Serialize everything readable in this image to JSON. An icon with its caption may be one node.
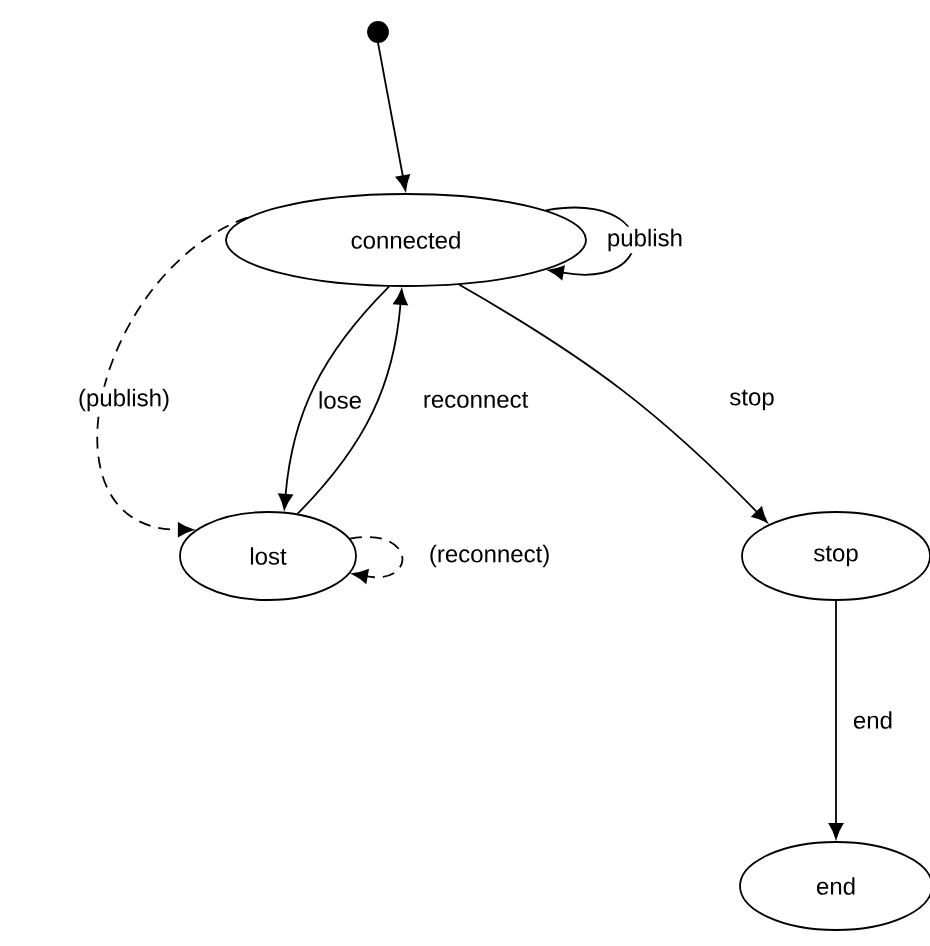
{
  "diagram": {
    "nodes": [
      {
        "text": [],
        "shape": "circle"
      },
      {
        "text": [
          "connected"
        ]
      },
      {
        "text": [
          "lost"
        ]
      },
      {
        "text": [
          "stop"
        ]
      },
      {
        "text": [
          "end"
        ]
      }
    ],
    "edges": [
      {
        "from": 0,
        "to": 1,
        "arrow": "to"
      },
      {
        "from": 1,
        "to": 1,
        "arrow": "to",
        "label": "publish"
      },
      {
        "from": 1,
        "to": 2,
        "arrow": "to",
        "label": "(publish)",
        "style": "dashed"
      },
      {
        "from": 1,
        "to": 2,
        "arrow": "to",
        "label": "lose"
      },
      {
        "from": 2,
        "to": 1,
        "arrow": "to",
        "label": "reconnect"
      },
      {
        "from": 2,
        "to": 2,
        "arrow": "to",
        "label": "(reconnect)",
        "style": "dashed"
      },
      {
        "from": 1,
        "to": 3,
        "arrow": "to",
        "label": "stop"
      },
      {
        "from": 3,
        "to": 4,
        "arrow": "to",
        "label": "end"
      }
    ]
  }
}
